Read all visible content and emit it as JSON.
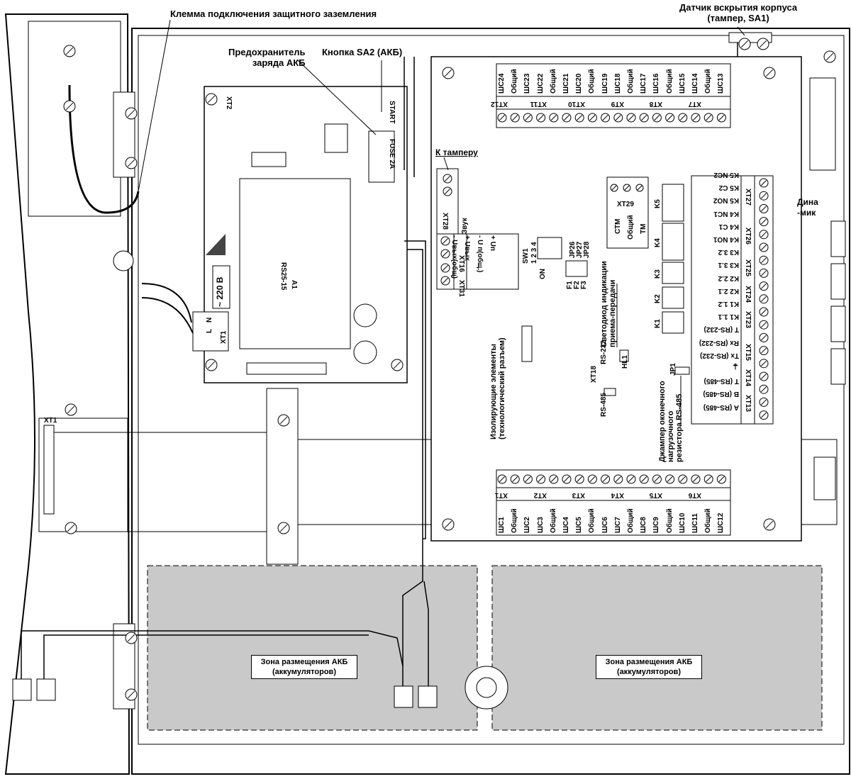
{
  "callouts": {
    "ground_terminal": "Клемма подключения защитного заземления",
    "fuse": "Предохранитель\nзаряда АКБ",
    "button": "Кнопка SA2 (АКБ)",
    "tamper_sensor": "Датчик вскрытия корпуса\n(тампер, SA1)",
    "to_tamper": "К тамперу",
    "speaker": "Дина\n-мик",
    "isolating": "Изолирующие элементы\n(технологический разъем)",
    "led": "Светодиод индикации\nприема-передачи",
    "jumper": "Джампер оконечного\nнагрузочного\nрезистора RS-485",
    "mains": "~ 220 В",
    "zone": "Зона размещения АКБ\n(аккумуляторов)",
    "sound": "Звук"
  },
  "psu": {
    "name": "A1",
    "model": "RS25-15",
    "fuse_label": "FUSE 2A",
    "start": "START",
    "xt2": "XT2"
  },
  "xt1": {
    "name": "XT1",
    "L": "L",
    "N": "N"
  },
  "xt1_connector": "XT1",
  "top_block": {
    "terms": [
      "ШС24",
      "Общий",
      "ШС23",
      "ШС22",
      "Общий",
      "ШС21",
      "ШС20",
      "Общий",
      "ШС19",
      "ШС18",
      "Общий",
      "ШС17",
      "ШС16",
      "Общий",
      "ШС15",
      "ШС14",
      "Общий",
      "ШС13"
    ],
    "groups": [
      "XT12",
      "XT11",
      "XT10",
      "XT9",
      "XT8",
      "XT7"
    ]
  },
  "bottom_block": {
    "terms": [
      "ШС1",
      "Общий",
      "ШС2",
      "ШС3",
      "Общий",
      "ШС4",
      "ШС5",
      "Общий",
      "ШС6",
      "ШС7",
      "Общий",
      "ШС8",
      "ШС9",
      "Общий",
      "ШС10",
      "ШС11",
      "Общий",
      "ШС12"
    ],
    "groups": [
      "XT1",
      "XT2",
      "XT3",
      "XT4",
      "XT5",
      "XT6"
    ]
  },
  "right_block": {
    "rows": [
      "K5 NC2",
      "K5 C2",
      "K5 NO2",
      "K4 NC1",
      "K4 C1",
      "K4 NO1",
      "K3 3.2",
      "K3 3.1",
      "K2 2.2",
      "K2 2.1",
      "K1 1.2",
      "K1 1.1",
      "T (RS-232)",
      "Rx (RS-232)",
      "Tx (RS-232)",
      "⏚",
      "T (RS-485)",
      "B (RS-485)",
      "A (RS-485)"
    ],
    "groups": [
      "XT27",
      "XT26",
      "XT25",
      "XT24",
      "XT23",
      "XT15",
      "XT14",
      "XT13"
    ],
    "relays": [
      "K5",
      "K4",
      "K3",
      "K2",
      "K1"
    ]
  },
  "power_block": {
    "rows": [
      "+ Uп",
      "- U п(общ.)",
      "+ Uвых",
      "- Uвых(общ)"
    ],
    "groups": [
      "XT16",
      "XT31"
    ],
    "xt28": "XT28"
  },
  "xt29": {
    "name": "XT29",
    "cols": [
      "СТМ",
      "Общий",
      "ТМ"
    ]
  },
  "sw1": {
    "name": "SW1",
    "digits": "1 2 3 4",
    "on": "ON",
    "jp": [
      "JP26",
      "JP27",
      "JP28"
    ],
    "f": [
      "F1",
      "F2",
      "F3"
    ]
  },
  "misc": {
    "xt18": "XT18",
    "rs485": "RS-485",
    "rs232": "RS-232",
    "hl1": "HL1",
    "jp1": "JP1"
  }
}
